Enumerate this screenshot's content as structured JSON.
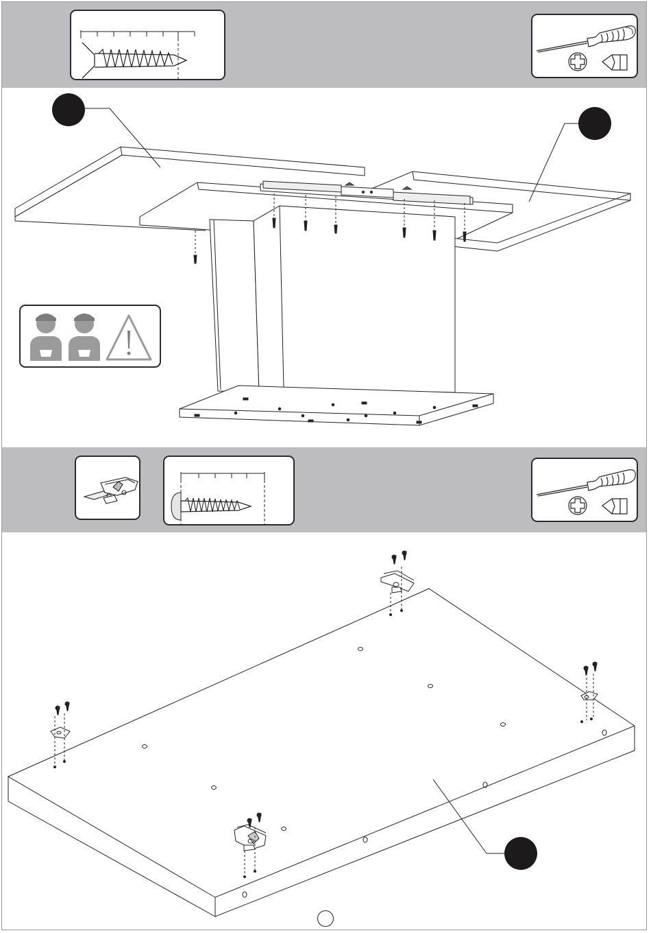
{
  "page": {
    "page_number": ""
  },
  "step_1": {
    "fastener": {
      "type": "countersunk-wood-screw",
      "icon": "countersunk-screw-icon"
    },
    "tools": [
      "phillips-screwdriver-icon",
      "phillips-bit-icon",
      "flat-bit-icon"
    ],
    "warning": {
      "icons": [
        "assembler-icon",
        "assembler-icon",
        "warning-triangle-icon"
      ],
      "people_required": 2
    },
    "part_callouts": [
      "part-marker-left-leaf",
      "part-marker-right-leaf"
    ]
  },
  "step_2": {
    "fasteners": [
      {
        "type": "corner-bracket",
        "icon": "bracket-icon"
      },
      {
        "type": "pan-head-wood-screw",
        "icon": "pan-head-screw-icon"
      }
    ],
    "tools": [
      "phillips-screwdriver-icon",
      "phillips-bit-icon",
      "flat-bit-icon"
    ],
    "part_callouts": [
      "part-marker-table-top"
    ],
    "bracket_count": 4
  }
}
